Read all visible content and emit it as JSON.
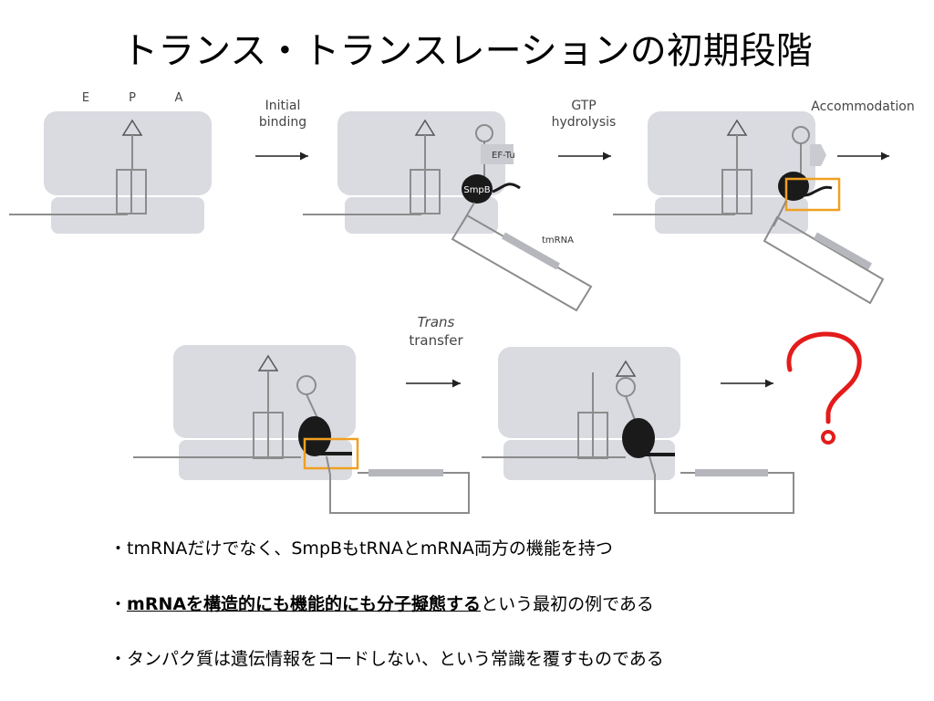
{
  "title": "トランス・トランスレーションの初期段階",
  "site_labels": {
    "e": "E",
    "p": "P",
    "a": "A"
  },
  "steps": {
    "initial_binding": [
      "Initial",
      "binding"
    ],
    "gtp_hydrolysis": [
      "GTP",
      "hydrolysis"
    ],
    "accommodation": "Accommodation",
    "trans_transfer": [
      "Trans",
      "transfer"
    ]
  },
  "molecule_labels": {
    "ef_tu": "EF-Tu",
    "smpb": "SmpB",
    "tmrna": "tmRNA"
  },
  "question_mark": "?",
  "bullets": {
    "b1": "・tmRNAだけでなく、SmpBもtRNAとmRNA両方の機能を持つ",
    "b2_marker": "・",
    "b2_emphasis": "mRNAを構造的にも機能的にも分子擬態する",
    "b2_rest": "という最初の例である",
    "b3": "・タンパク質は遺伝情報をコードしない、という常識を覆すものである"
  },
  "colors": {
    "ribosome": "#d9dbe1",
    "line": "#8c8c8c",
    "smpb": "#1a1a1a",
    "highlight": "#f0a020",
    "question": "#e41b1b"
  }
}
